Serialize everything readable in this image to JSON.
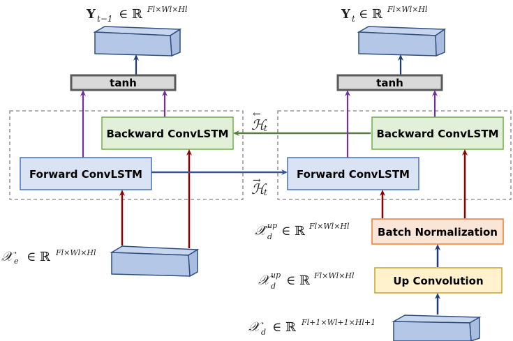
{
  "colors": {
    "tensor_fill": "#b4c7e7",
    "tensor_top": "#c8d6ee",
    "tensor_side": "#a9bde0",
    "tensor_stroke": "#2f4f7f",
    "tanh_fill": "#d9d9d9",
    "tanh_stroke": "#595959",
    "forward_fill": "#dae3f3",
    "forward_stroke": "#4472c4",
    "backward_fill": "#e2f0d9",
    "backward_stroke": "#70ad47",
    "bn_fill": "#fbe5d6",
    "bn_stroke": "#ed7d31",
    "upconv_fill": "#fff2cc",
    "upconv_stroke": "#c9a227",
    "arrow_purple": "#7030a0",
    "arrow_darkred": "#8b0000",
    "arrow_navy": "#1f3b73",
    "arrow_blue": "#2f5597",
    "arrow_green": "#548235",
    "dashed": "#808080"
  },
  "left_block": {
    "output_label": {
      "symbol": "Y",
      "sub": "t−1",
      "set": "∈ ℝ",
      "sup": "F",
      "sup_full": "Fl×Wl×Hl"
    },
    "tanh_label": "tanh",
    "forward_label": "Forward ConvLSTM",
    "backward_label": "Backward ConvLSTM",
    "input_label": {
      "symbol": "𝒳",
      "sub": "e",
      "set": "∈ ℝ",
      "sup_full": "Fl×Wl×Hl"
    }
  },
  "right_block": {
    "output_label": {
      "symbol": "Y",
      "sub": "t",
      "set": "∈ ℝ",
      "sup_full": "Fl×Wl×Hl"
    },
    "tanh_label": "tanh",
    "forward_label": "Forward ConvLSTM",
    "backward_label": "Backward ConvLSTM",
    "bn_label": "Batch Normalization",
    "upconv_label": "Up Convolution",
    "bn_input_label": {
      "symbol": "𝒳̂",
      "sub": "d",
      "sup": "up",
      "set": "∈ ℝ",
      "sup_full": "Fl×Wl×Hl"
    },
    "upconv_input_label": {
      "symbol": "𝒳",
      "sub": "d",
      "sup": "up",
      "set": "∈ ℝ",
      "sup_full": "Fl×Wl×Hl"
    },
    "decoder_input_label": {
      "symbol": "𝒳",
      "sub": "d",
      "set": "∈ ℝ",
      "sup_full": "Fl+1×Wl+1×Hl+1"
    }
  },
  "connections": {
    "backward_state_label": {
      "symbol": "ℋ",
      "sub": "t",
      "accent": "←"
    },
    "forward_state_label": {
      "symbol": "ℋ",
      "sub": "t",
      "accent": "→"
    }
  }
}
